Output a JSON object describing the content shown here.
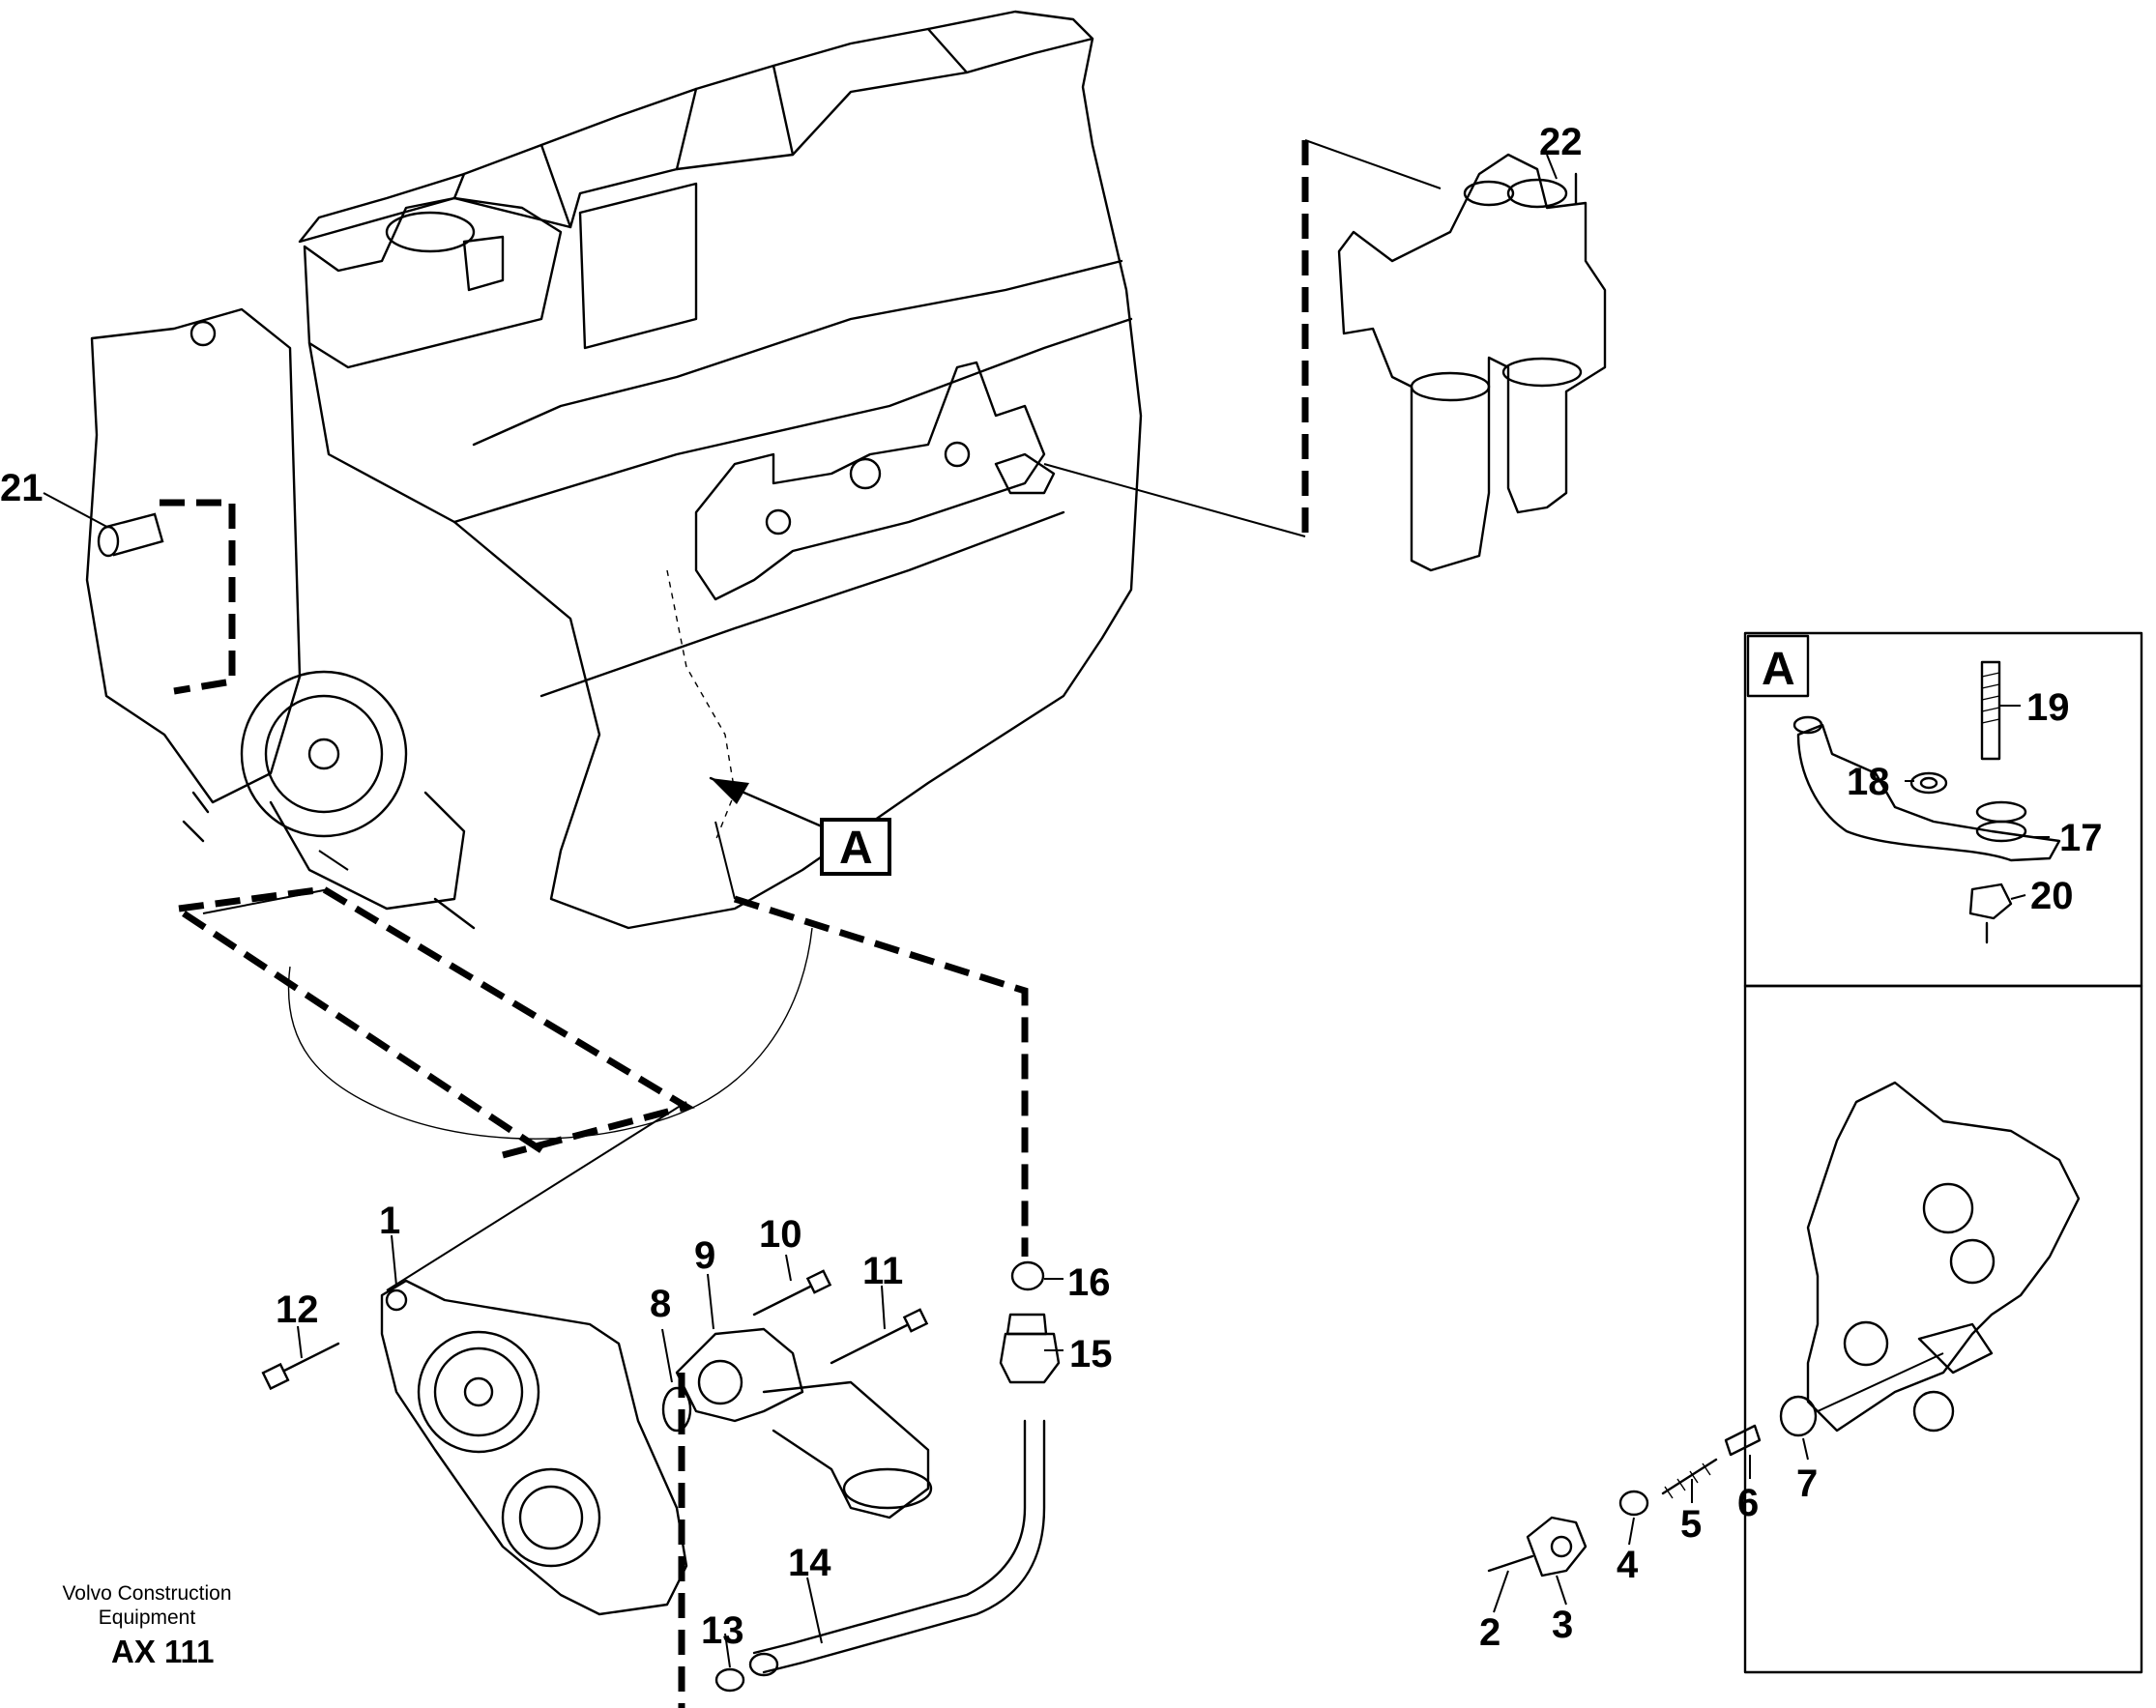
{
  "diagram": {
    "type": "exploded-parts-view",
    "callouts": [
      "1",
      "2",
      "3",
      "4",
      "5",
      "6",
      "7",
      "8",
      "9",
      "10",
      "11",
      "12",
      "13",
      "14",
      "15",
      "16",
      "17",
      "18",
      "19",
      "20",
      "21",
      "22"
    ],
    "detail_reference": "A",
    "inset_letter": "A"
  },
  "footer": {
    "maker_line1": "Volvo Construction",
    "maker_line2": "Equipment",
    "doc_code": "AX 111"
  }
}
